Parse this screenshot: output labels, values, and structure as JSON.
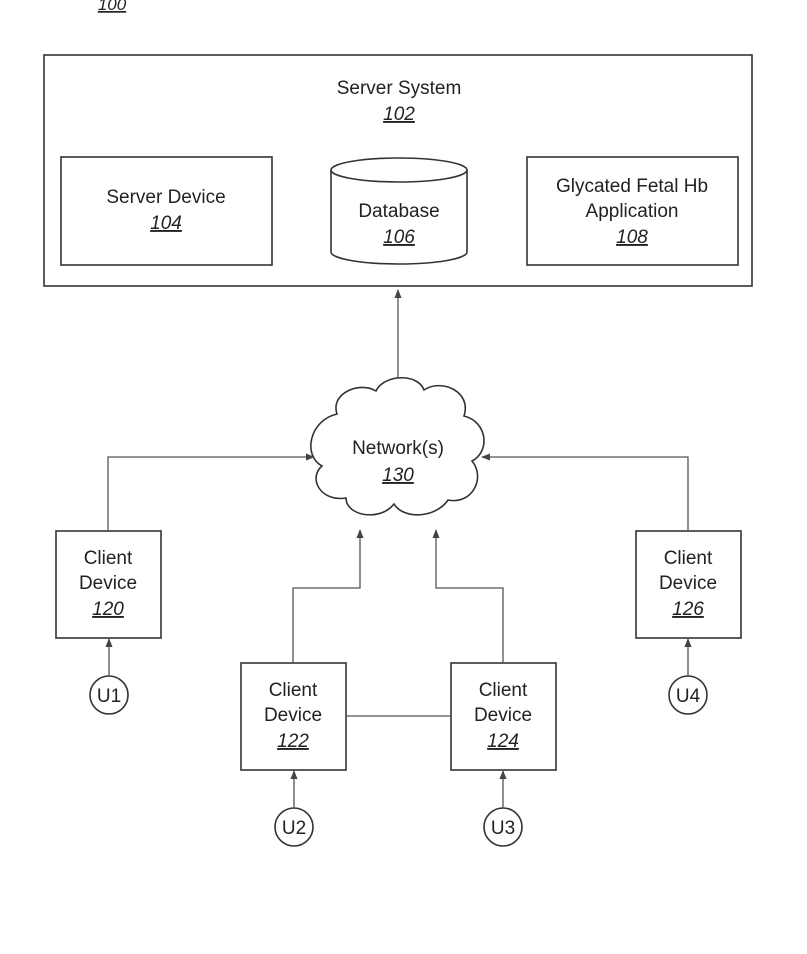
{
  "figure_ref": "100",
  "server_system": {
    "label": "Server System",
    "ref": "102"
  },
  "server_device": {
    "label": "Server Device",
    "ref": "104"
  },
  "database": {
    "label": "Database",
    "ref": "106"
  },
  "application": {
    "line1": "Glycated Fetal Hb",
    "line2": "Application",
    "ref": "108"
  },
  "network": {
    "label": "Network(s)",
    "ref": "130"
  },
  "clients": [
    {
      "line1": "Client",
      "line2": "Device",
      "ref": "120",
      "user": "U1"
    },
    {
      "line1": "Client",
      "line2": "Device",
      "ref": "122",
      "user": "U2"
    },
    {
      "line1": "Client",
      "line2": "Device",
      "ref": "124",
      "user": "U3"
    },
    {
      "line1": "Client",
      "line2": "Device",
      "ref": "126",
      "user": "U4"
    }
  ]
}
